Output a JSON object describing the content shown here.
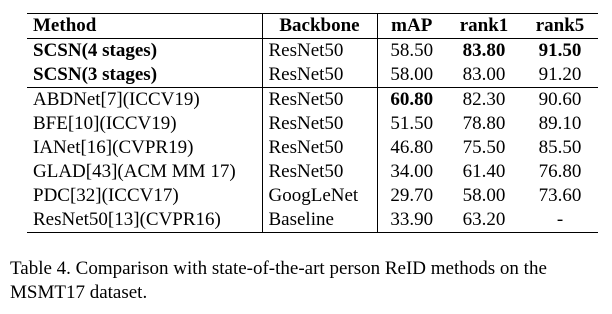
{
  "table": {
    "headers": [
      "Method",
      "Backbone",
      "mAP",
      "rank1",
      "rank5"
    ],
    "rows": [
      {
        "method": "SCSN(4 stages)",
        "backbone": "ResNet50",
        "map": "58.50",
        "rank1": "83.80",
        "rank5": "91.50",
        "bold": [
          "method",
          "rank1",
          "rank5"
        ],
        "group_end": false
      },
      {
        "method": "SCSN(3 stages)",
        "backbone": "ResNet50",
        "map": "58.00",
        "rank1": "83.00",
        "rank5": "91.20",
        "bold": [
          "method"
        ],
        "group_end": true
      },
      {
        "method": "ABDNet[7](ICCV19)",
        "backbone": "ResNet50",
        "map": "60.80",
        "rank1": "82.30",
        "rank5": "90.60",
        "bold": [
          "map"
        ],
        "group_end": false
      },
      {
        "method": "BFE[10](ICCV19)",
        "backbone": "ResNet50",
        "map": "51.50",
        "rank1": "78.80",
        "rank5": "89.10",
        "bold": [],
        "group_end": false
      },
      {
        "method": "IANet[16](CVPR19)",
        "backbone": "ResNet50",
        "map": "46.80",
        "rank1": "75.50",
        "rank5": "85.50",
        "bold": [],
        "group_end": false
      },
      {
        "method": "GLAD[43](ACM MM 17)",
        "backbone": "ResNet50",
        "map": "34.00",
        "rank1": "61.40",
        "rank5": "76.80",
        "bold": [],
        "group_end": false
      },
      {
        "method": "PDC[32](ICCV17)",
        "backbone": "GoogLeNet",
        "map": "29.70",
        "rank1": "58.00",
        "rank5": "73.60",
        "bold": [],
        "group_end": false
      },
      {
        "method": "ResNet50[13](CVPR16)",
        "backbone": "Baseline",
        "map": "33.90",
        "rank1": "63.20",
        "rank5": "-",
        "bold": [],
        "group_end": false
      }
    ]
  },
  "caption": "Table 4. Comparison with state-of-the-art person ReID methods on the MSMT17 dataset."
}
